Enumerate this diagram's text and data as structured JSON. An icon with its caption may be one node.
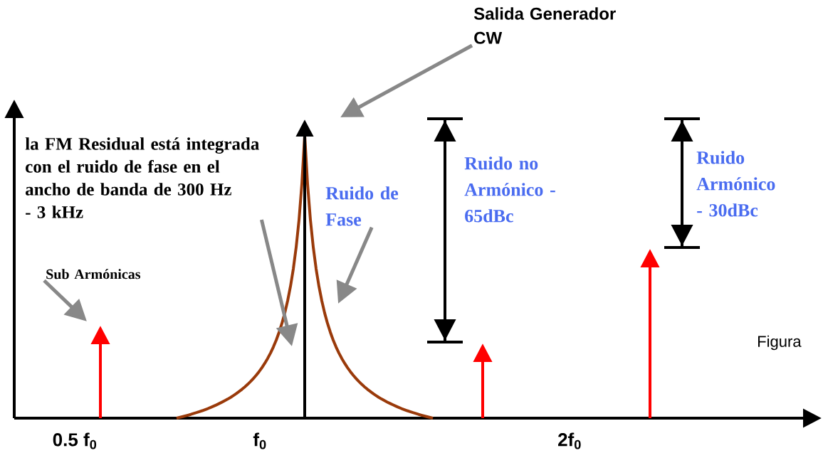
{
  "diagram": {
    "nodes": [
      {
        "text": [
          "Salida Generador CW"
        ]
      },
      {
        "text": [
          "la FM Residual está integrada con el ruido de fase en el ancho de banda de 300 Hz - 3 kHz"
        ]
      },
      {
        "text": [
          "Ruido de Fase"
        ]
      },
      {
        "text": [
          "Ruido no Armónico - 65dBc"
        ]
      },
      {
        "text": [
          "Ruido Armónico - 30dBc"
        ]
      },
      {
        "text": [
          "Sub Armónicas"
        ]
      }
    ],
    "edges": [
      {
        "from": 0,
        "to": null,
        "arrow": "to"
      },
      {
        "from": 1,
        "to": null,
        "arrow": "to"
      },
      {
        "from": 2,
        "to": null,
        "arrow": "to"
      },
      {
        "from": 5,
        "to": null,
        "arrow": "to"
      }
    ],
    "labels": [
      "0.5 f$_{0}$",
      "f$_{0}$",
      "2f$_{0}$",
      "Figura"
    ]
  }
}
